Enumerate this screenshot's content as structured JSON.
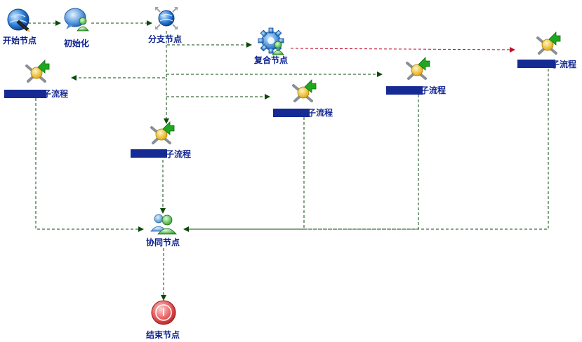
{
  "nodes": {
    "start": {
      "label": "开始节点",
      "icon": "globe-pen-icon"
    },
    "init": {
      "label": "初始化",
      "icon": "chat-user-icon"
    },
    "branch": {
      "label": "分支节点",
      "icon": "globe-arrows-icon"
    },
    "complex": {
      "label": "复合节点",
      "icon": "gear-user-icon"
    },
    "sub_top_right": {
      "label": "子流程",
      "icon": "tools-arrow-icon"
    },
    "sub_left": {
      "label": "子流程",
      "icon": "tools-arrow-icon"
    },
    "sub_mid_right": {
      "label": "子流程",
      "icon": "tools-arrow-icon"
    },
    "sub_mid": {
      "label": "子流程",
      "icon": "tools-arrow-icon"
    },
    "sub_center": {
      "label": "子流程",
      "icon": "tools-arrow-icon"
    },
    "collab": {
      "label": "协同节点",
      "icon": "users-icon"
    },
    "end": {
      "label": "结束节点",
      "icon": "stop-icon"
    }
  },
  "colors": {
    "edge": "#0b4a0b",
    "edge_highlight": "#c0102a",
    "label": "#0a1f8f"
  }
}
